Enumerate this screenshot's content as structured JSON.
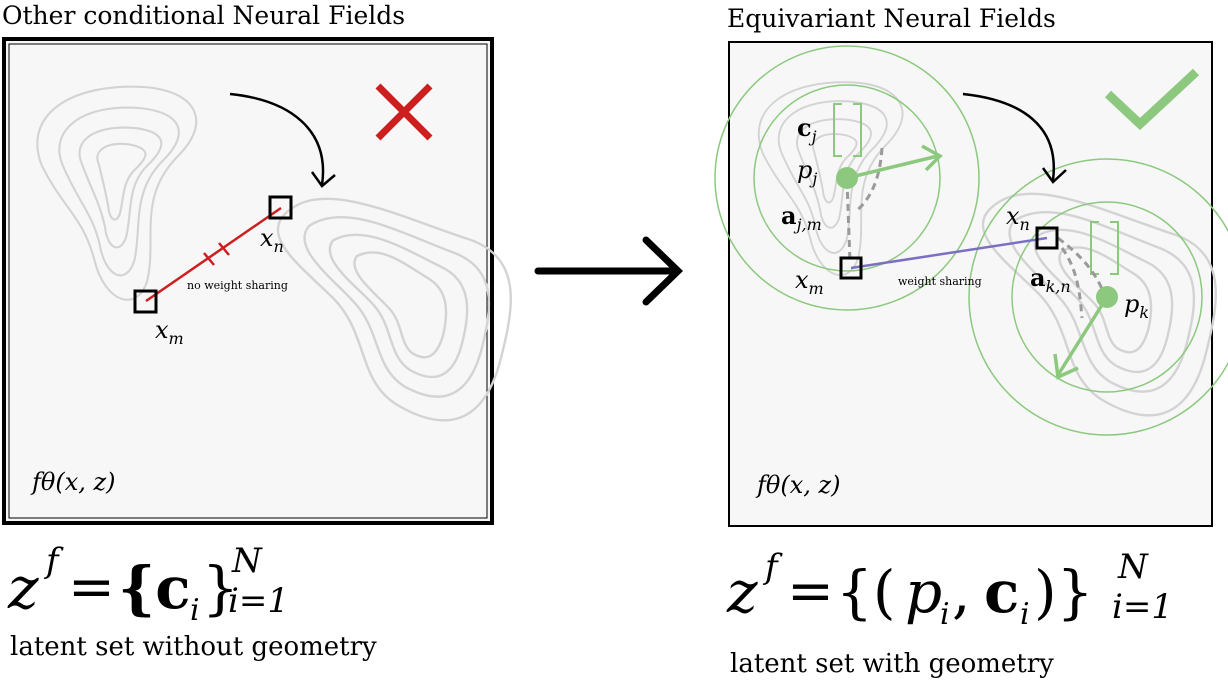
{
  "left_panel": {
    "title": "Other conditional Neural Fields",
    "function_label": "fθ(x, z)",
    "point_m_label": "x",
    "point_m_sub": "m",
    "point_n_label": "x",
    "point_n_sub": "n",
    "link_caption": "no weight sharing",
    "status_mark": "cross",
    "formula": {
      "lhs": "z",
      "sup": "f",
      "eq": "=",
      "body": "{c",
      "body_sub": "i",
      "close": "}",
      "lower": "i=1",
      "upper": "N"
    },
    "caption": "latent set without geometry"
  },
  "right_panel": {
    "title": "Equivariant Neural Fields",
    "function_label": "fθ(x, z)",
    "c_j_label": "c",
    "c_j_sub": "j",
    "p_j_label": "p",
    "p_j_sub": "j",
    "a_jm_label": "a",
    "a_jm_sub": "j,m",
    "x_m_label": "x",
    "x_m_sub": "m",
    "x_n_label": "x",
    "x_n_sub": "n",
    "a_kn_label": "a",
    "a_kn_sub": "k,n",
    "p_k_label": "p",
    "p_k_sub": "k",
    "link_caption": "weight sharing",
    "status_mark": "check",
    "formula": {
      "lhs": "z",
      "sup": "f",
      "eq": "=",
      "body_open": "{(",
      "p": "p",
      "p_sub": "i",
      "comma": ",",
      "c": "c",
      "c_sub": "i",
      "close": ")}",
      "lower": "i=1",
      "upper": "N"
    },
    "caption": "latent set with geometry"
  },
  "colors": {
    "contour": "#d3d3d3",
    "panel_bg": "#f7f7f7",
    "cross": "#cc1f1f",
    "no_share_line": "#cc1f1f",
    "share_line": "#7b6fc4",
    "green": "#8cc97e",
    "dashed": "#9a9a9a"
  }
}
